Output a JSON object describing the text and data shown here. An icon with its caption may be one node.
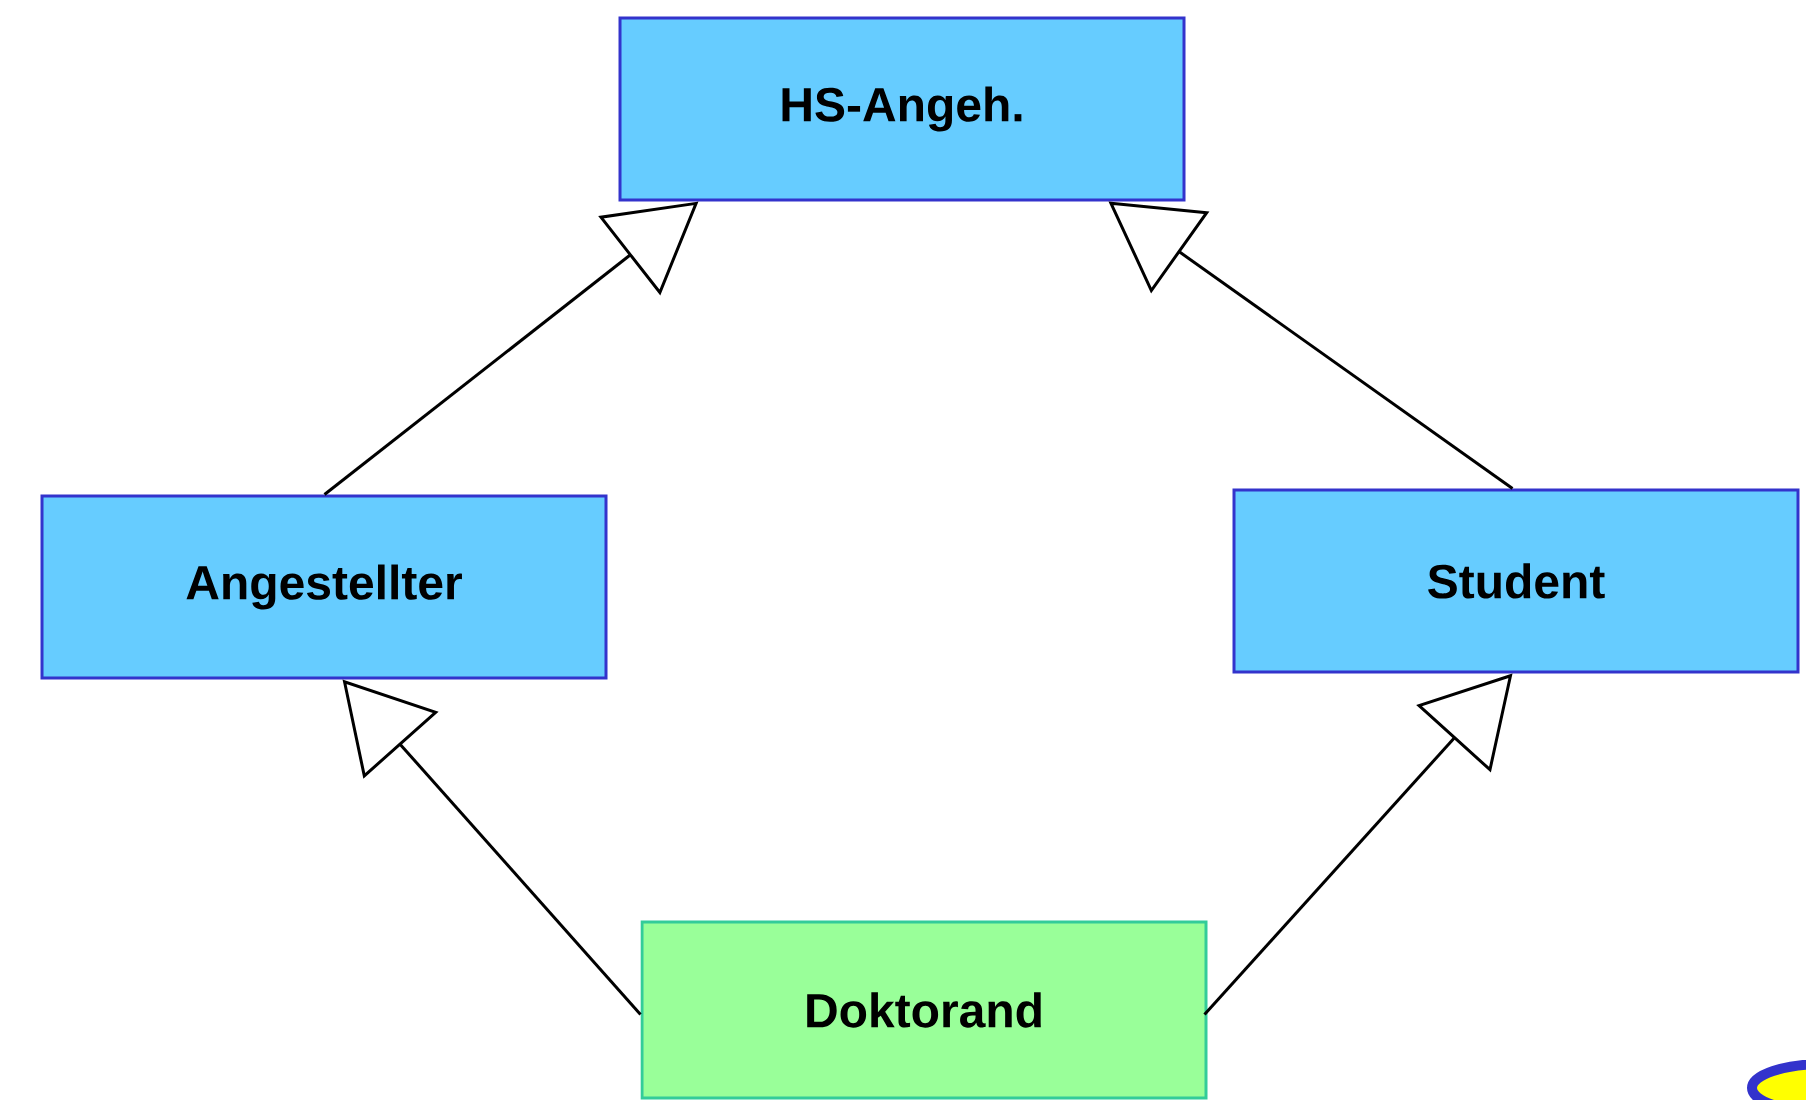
{
  "diagram": {
    "nodes": [
      {
        "text": [
          "HS-Angeh."
        ]
      },
      {
        "text": [
          "Angestellter"
        ]
      },
      {
        "text": [
          "Student"
        ]
      },
      {
        "text": [
          "Doktorand"
        ]
      }
    ],
    "edges": [
      {
        "from": 1,
        "to": 0,
        "arrow": "to"
      },
      {
        "from": 2,
        "to": 0,
        "arrow": "to"
      },
      {
        "from": 3,
        "to": 1,
        "arrow": "to"
      },
      {
        "from": 3,
        "to": 2,
        "arrow": "to"
      }
    ]
  }
}
